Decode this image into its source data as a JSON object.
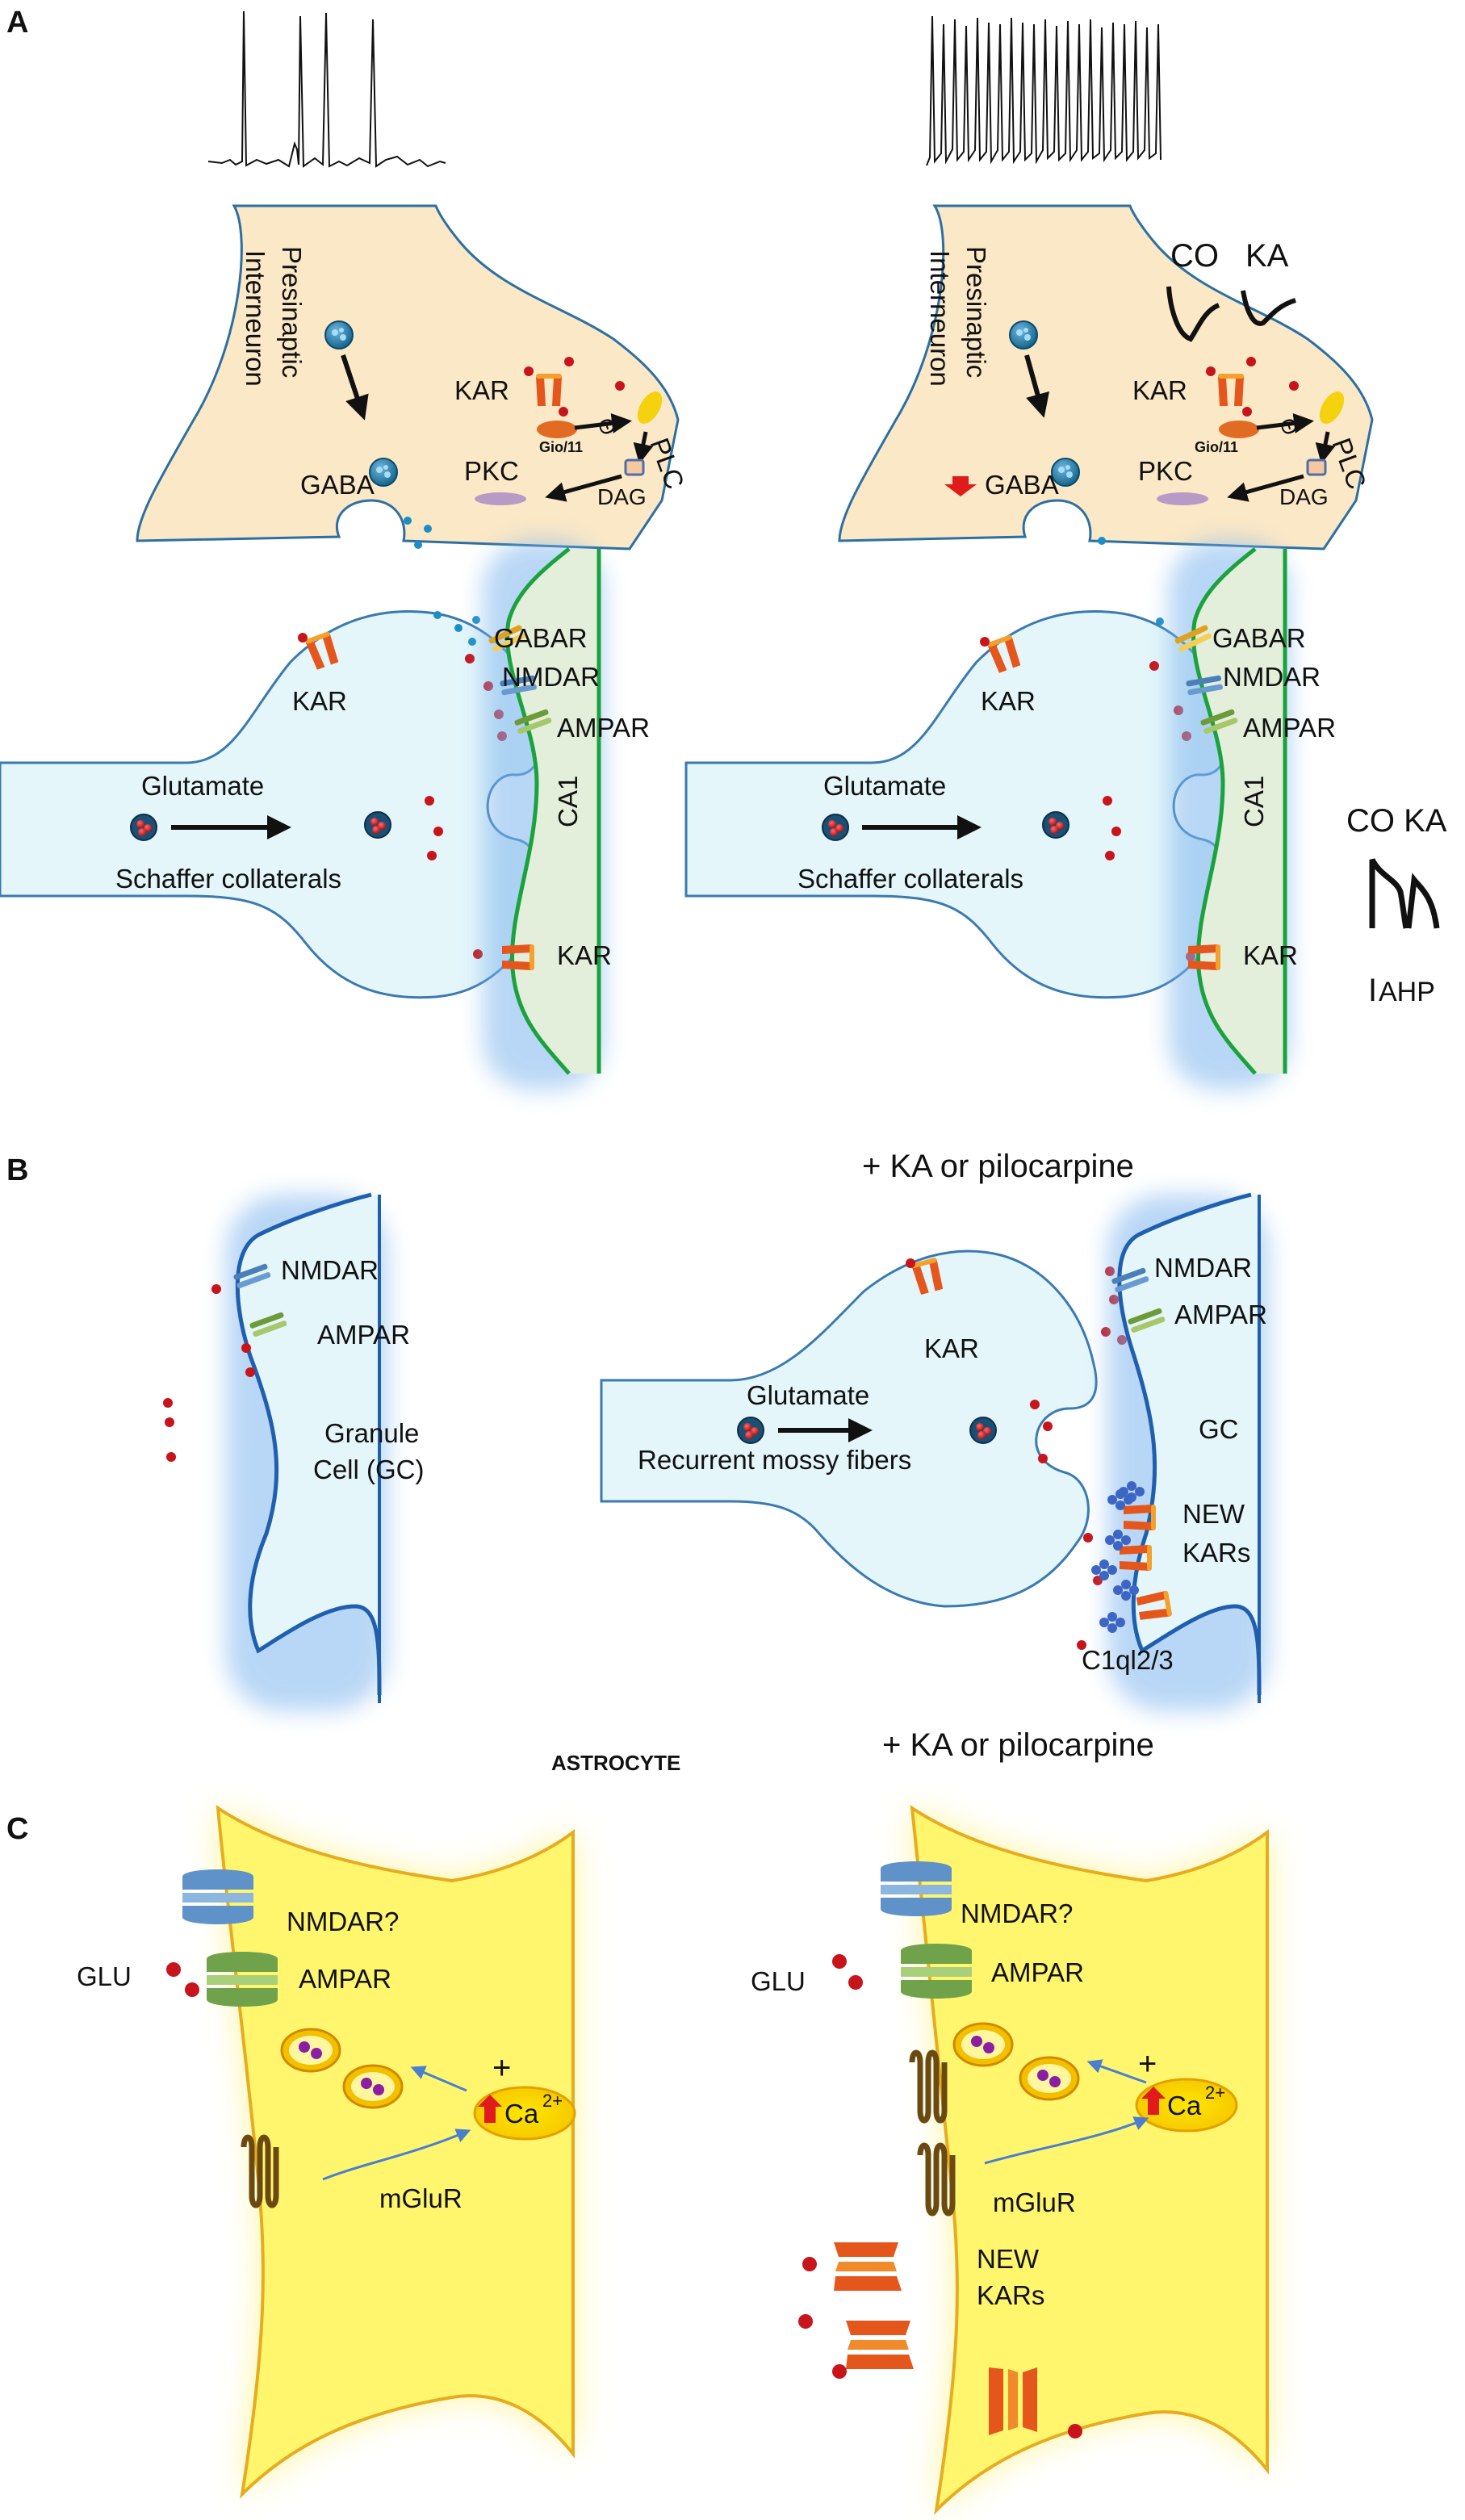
{
  "panels": {
    "a": "A",
    "b": "B",
    "c": "C"
  },
  "panel_a": {
    "left": {
      "presynaptic": "Presinaptic",
      "interneuron": "Interneuron",
      "gaba": "GABA",
      "kar_pre": "KAR",
      "gio": "Gio/11",
      "theta": "Θ",
      "plc": "PLC",
      "pkc": "PKC",
      "dag": "DAG",
      "kar_axon": "KAR",
      "glutamate": "Glutamate",
      "schaffer": "Schaffer collaterals",
      "gabar": "GABAR",
      "nmdar": "NMDAR",
      "ampar": "AMPAR",
      "ca1": "CA1",
      "kar_post": "KAR"
    },
    "right": {
      "presynaptic": "Presinaptic",
      "interneuron": "Interneuron",
      "gaba": "GABA",
      "co": "CO",
      "ka": "KA",
      "kar_pre": "KAR",
      "gio": "Gio/11",
      "theta": "Θ",
      "plc": "PLC",
      "pkc": "PKC",
      "dag": "DAG",
      "kar_axon": "KAR",
      "glutamate": "Glutamate",
      "schaffer": "Schaffer collaterals",
      "gabar": "GABAR",
      "nmdar": "NMDAR",
      "ampar": "AMPAR",
      "ca1": "CA1",
      "kar_post": "KAR",
      "co_ka_ahp": "CO KA",
      "iahp_i": "I",
      "iahp_sub": "AHP"
    }
  },
  "panel_b": {
    "left": {
      "nmdar": "NMDAR",
      "ampar": "AMPAR",
      "granule1": "Granule",
      "granule2": "Cell (GC)"
    },
    "right": {
      "title": "+ KA or pilocarpine",
      "kar": "KAR",
      "glutamate": "Glutamate",
      "fibers": "Recurrent mossy fibers",
      "nmdar": "NMDAR",
      "ampar": "AMPAR",
      "gc": "GC",
      "new1": "NEW",
      "new2": "KARs",
      "c1ql": "C1ql2/3"
    }
  },
  "panel_c": {
    "heading": "ASTROCYTE",
    "left": {
      "nmdar": "NMDAR?",
      "ampar": "AMPAR",
      "glu": "GLU",
      "plus": "+",
      "ca": "Ca",
      "ca_sup": "2+",
      "mglur": "mGluR"
    },
    "right": {
      "title": "+ KA or pilocarpine",
      "nmdar": "NMDAR?",
      "ampar": "AMPAR",
      "glu": "GLU",
      "plus": "+",
      "ca": "Ca",
      "ca_sup": "2+",
      "mglur": "mGluR",
      "new1": "NEW",
      "new2": "KARs"
    }
  },
  "colors": {
    "interneuron_fill": "#fbe8c6",
    "axon_fill": "#e4f6fa",
    "ca1_fill": "#e3eedb",
    "ca1_border": "#1aa23d",
    "gc_border": "#1f5fae",
    "glow": "#7fb6ee",
    "astro_fill": "#fff17a",
    "astro_border": "#e6ac1f",
    "glutamate_dot": "#c8141b",
    "gaba_dot": "#1b8fc5"
  }
}
